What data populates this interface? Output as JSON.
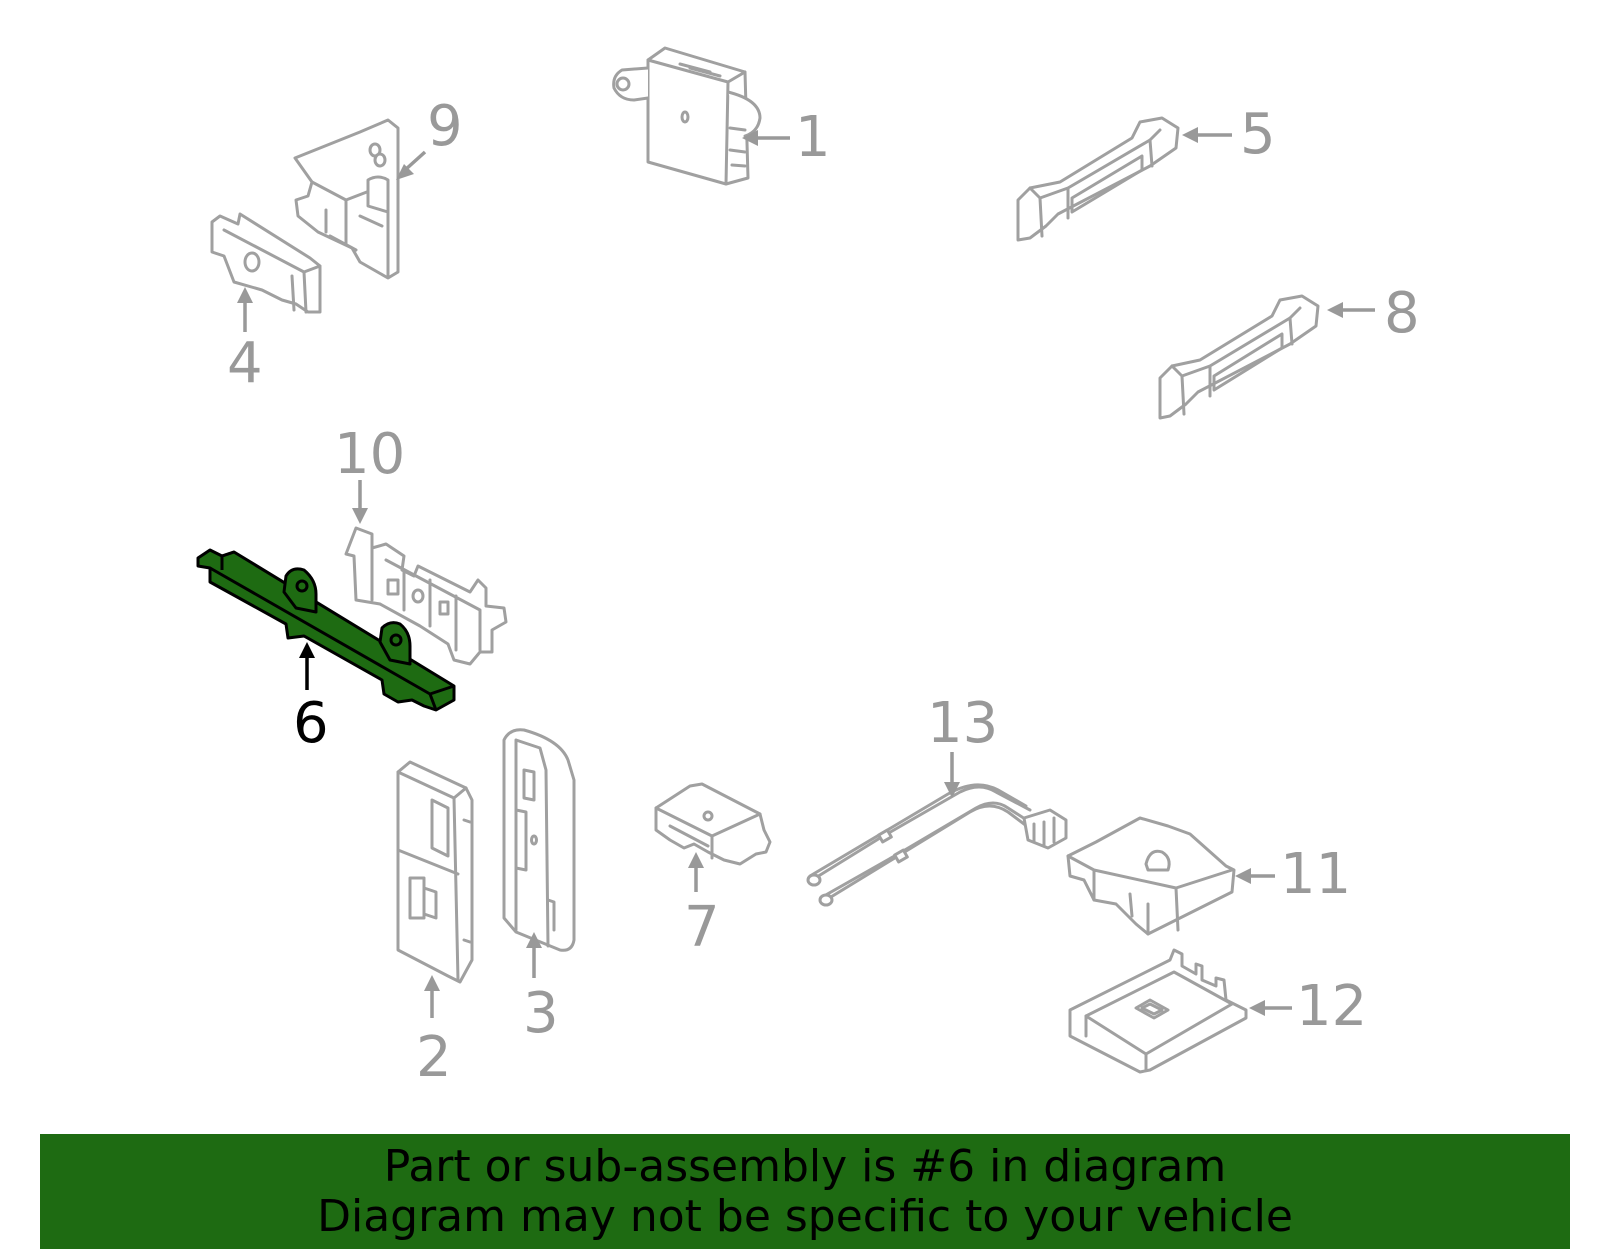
{
  "diagram": {
    "highlight_color": "#1e6b12",
    "callout_color": "#999999",
    "highlighted_callout": "6",
    "callouts": {
      "c1": "1",
      "c2": "2",
      "c3": "3",
      "c4": "4",
      "c5": "5",
      "c6": "6",
      "c7": "7",
      "c8": "8",
      "c9": "9",
      "c10": "10",
      "c11": "11",
      "c12": "12",
      "c13": "13"
    }
  },
  "banner": {
    "line1": "Part or sub-assembly is #6 in diagram",
    "line2": "Diagram may not be specific to your vehicle"
  }
}
